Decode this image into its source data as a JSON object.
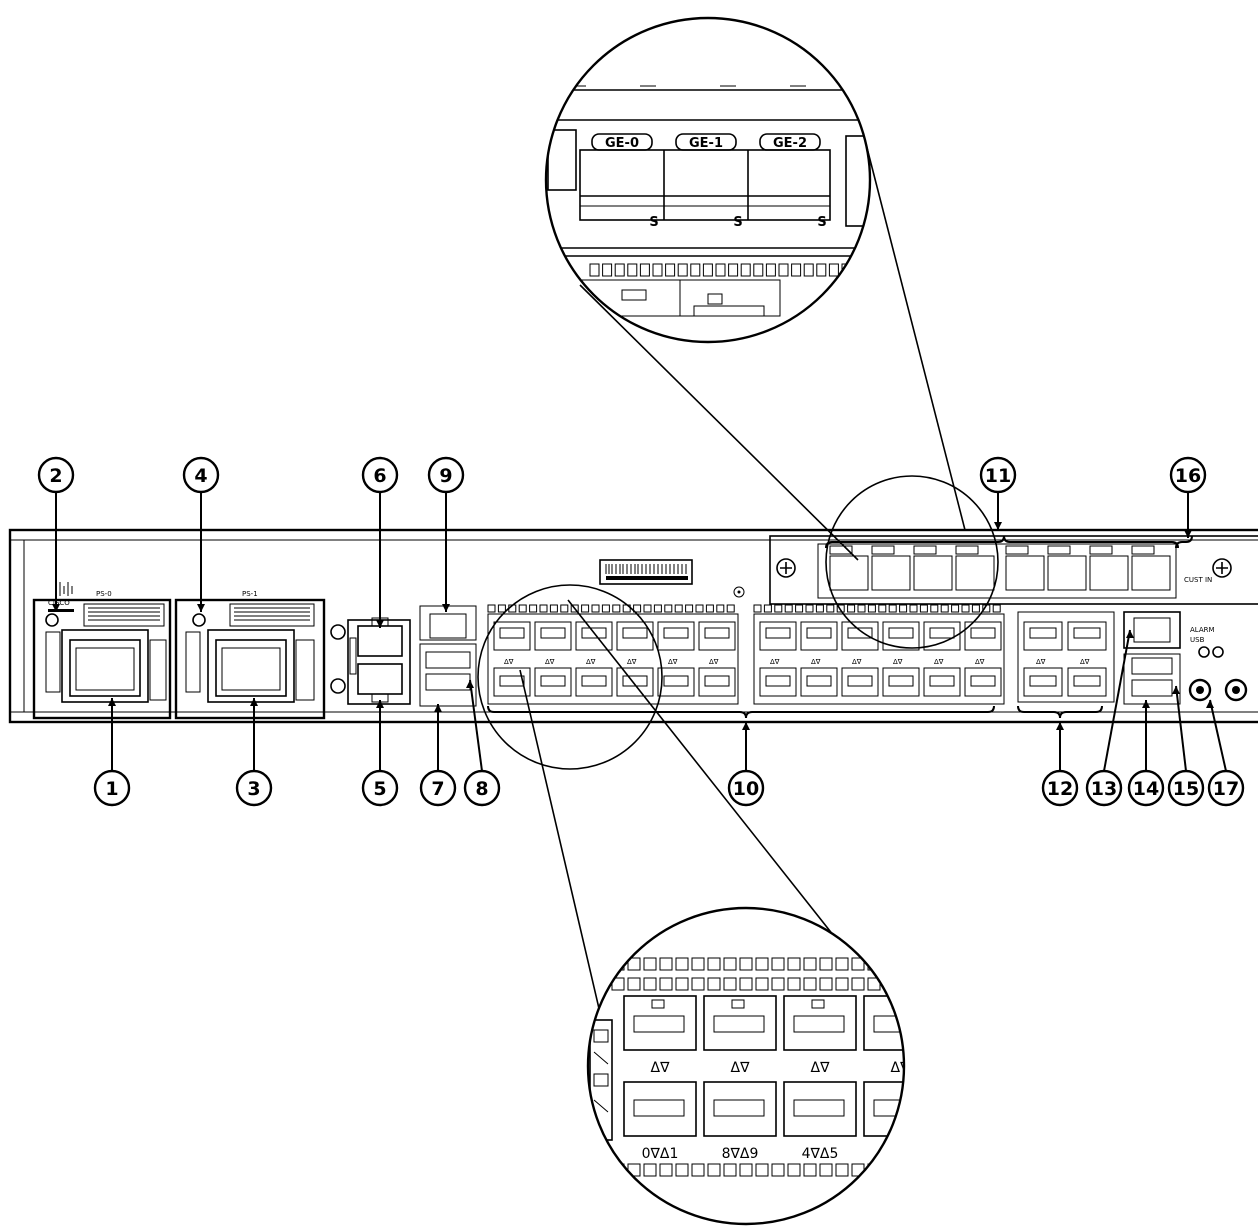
{
  "callouts": [
    "1",
    "2",
    "3",
    "4",
    "5",
    "6",
    "7",
    "8",
    "9",
    "10",
    "11",
    "12",
    "13",
    "14",
    "15",
    "16",
    "17"
  ],
  "panel_labels": {
    "cisco_logo_top": "CISCO",
    "ps0": "PS-0",
    "ps1": "PS-1",
    "alarm": "ALARM",
    "usb": "USB",
    "cust_lbl": "CUST IN"
  },
  "zoom_top_ports": [
    "GE-0",
    "GE-1",
    "GE-2"
  ],
  "zoom_top_mark": "S",
  "zoom_bottom_arrows": "Δ∇",
  "zoom_bottom_port_labels": [
    "0∇Δ1",
    "8∇Δ9",
    "4∇Δ5"
  ]
}
